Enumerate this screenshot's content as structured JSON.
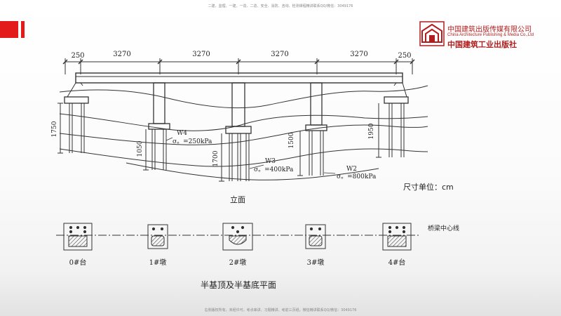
{
  "header": {
    "top_text": "二建、监理、一建、一造、二造、安全、消防、咨询、检测课程精讲联系QQ/微信：3049176",
    "bottom_text": "右侧版权所有，未经许可，考点串讲、习题精讲、考前三页纸，微信精讲联系QQ/微信：3049176"
  },
  "logo": {
    "cn": "中国建筑出版传媒有限公司",
    "en": "China Architecture Publishing & Media Co.,Ltd",
    "cn2": "中国建筑工业出版社"
  },
  "elevation": {
    "dims_top": [
      "250",
      "3270",
      "3270",
      "3270",
      "3270",
      "250"
    ],
    "dim_left": "1750",
    "dim_pier1": "1050",
    "dim_pier2": "1700",
    "dim_pier3": "1500",
    "dim_right": "1950",
    "w4": "W4",
    "w4_sigma": "σ。=250kPa",
    "w3": "W3",
    "w3_sigma": "σ。=400kPa",
    "w2": "W2",
    "w2_sigma": "σ。=800kPa",
    "unit": "尺寸单位：cm",
    "title": "立面"
  },
  "plan": {
    "centerline": "桥梁中心线",
    "labels": [
      "0#台",
      "1#墩",
      "2#墩",
      "3#墩",
      "4#台"
    ],
    "title": "半基顶及半基底平面"
  },
  "colors": {
    "accent": "#e31b1b",
    "brand": "#b11d1d",
    "line": "#333333"
  }
}
